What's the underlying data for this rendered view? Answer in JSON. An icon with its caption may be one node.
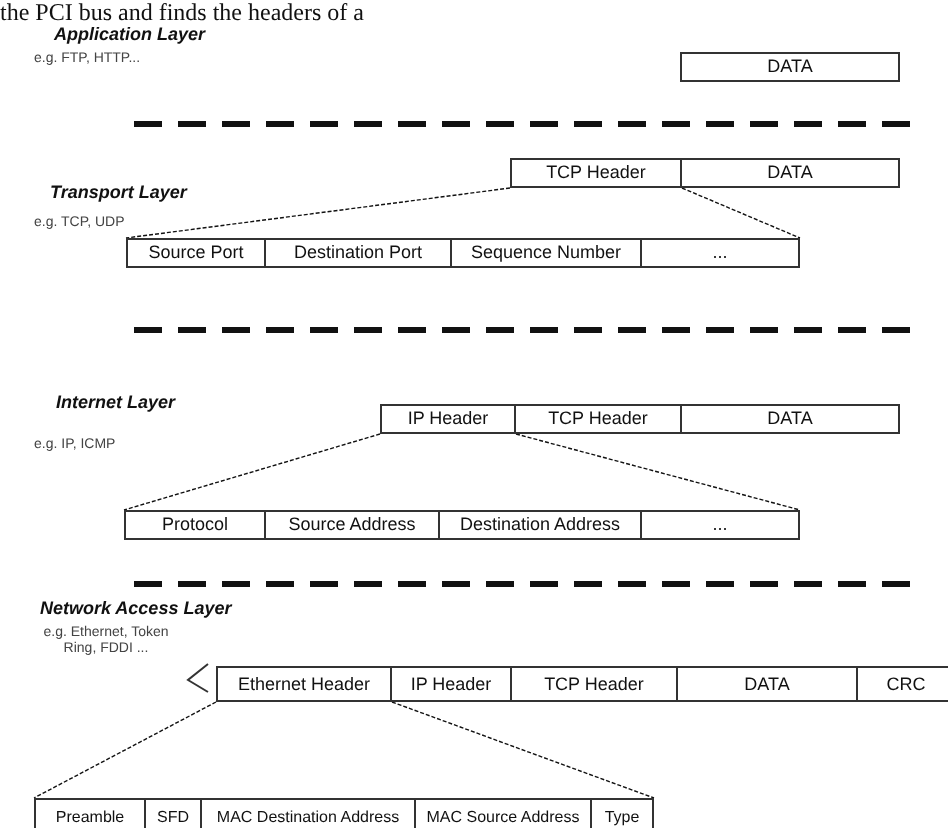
{
  "diagram": {
    "nodes": [
      {
        "text": [
          "DATA"
        ]
      },
      {
        "text": [
          "TCP Header"
        ]
      },
      {
        "text": [
          "DATA"
        ]
      },
      {
        "text": [
          "Source Port"
        ]
      },
      {
        "text": [
          "Destination Port"
        ]
      },
      {
        "text": [
          "Sequence Number"
        ]
      },
      {
        "text": [
          "..."
        ]
      },
      {
        "text": [
          "IP Header"
        ]
      },
      {
        "text": [
          "TCP Header"
        ]
      },
      {
        "text": [
          "DATA"
        ]
      },
      {
        "text": [
          "Protocol"
        ]
      },
      {
        "text": [
          "Source Address"
        ]
      },
      {
        "text": [
          "Destination Address"
        ]
      },
      {
        "text": [
          "..."
        ]
      },
      {
        "text": [
          "Ethernet Header"
        ]
      },
      {
        "text": [
          "IP Header"
        ]
      },
      {
        "text": [
          "TCP Header"
        ]
      },
      {
        "text": [
          "DATA"
        ]
      },
      {
        "text": [
          "CRC"
        ]
      },
      {
        "text": [
          "Preamble"
        ]
      },
      {
        "text": [
          "SFD"
        ]
      },
      {
        "text": [
          "MAC Destination Address"
        ]
      },
      {
        "text": [
          "MAC Source Address"
        ]
      },
      {
        "text": [
          "Type"
        ]
      }
    ],
    "edges": [
      {
        "from": 1,
        "to": 3,
        "arrow": "none",
        "style": "dashed"
      },
      {
        "from": 1,
        "to": 6,
        "arrow": "none",
        "style": "dashed"
      },
      {
        "from": 7,
        "to": 10,
        "arrow": "none",
        "style": "dashed"
      },
      {
        "from": 7,
        "to": 13,
        "arrow": "none",
        "style": "dashed"
      },
      {
        "from": 14,
        "to": 19,
        "arrow": "none",
        "style": "dashed"
      },
      {
        "from": 14,
        "to": 23,
        "arrow": "none",
        "style": "dashed"
      }
    ],
    "labels": [
      "the PCI bus and finds the headers of a",
      "Application Layer",
      "e.g. FTP, HTTP...",
      "Transport Layer",
      "e.g. TCP, UDP",
      "Internet Layer",
      "e.g. IP, ICMP",
      "Network Access Layer",
      "e.g. Ethernet, Token Ring, FDDI ..."
    ]
  }
}
